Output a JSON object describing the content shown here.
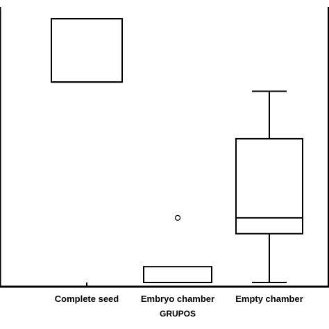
{
  "chart_data": {
    "type": "box",
    "title": "",
    "xlabel": "GRUPOS",
    "ylabel": "",
    "categories": [
      "Complete seed",
      "Embryo chamber",
      "Empty chamber"
    ],
    "ylim": [
      0,
      100
    ],
    "grid": false,
    "boxes": [
      {
        "category": "Complete seed",
        "min": 76,
        "q1": 76,
        "median": 76,
        "q3": 100,
        "max": 100,
        "outliers": [],
        "extra_marks": [
          0
        ]
      },
      {
        "category": "Embryo chamber",
        "min": 0,
        "q1": 0,
        "median": 0,
        "q3": 6,
        "max": 6,
        "outliers": [
          24.5
        ]
      },
      {
        "category": "Empty chamber",
        "min": 0,
        "q1": 18.5,
        "median": 24.5,
        "q3": 54.5,
        "max": 72.5,
        "outliers": []
      }
    ],
    "colors": {
      "stroke": "#000000",
      "fill": "#ffffff"
    }
  }
}
